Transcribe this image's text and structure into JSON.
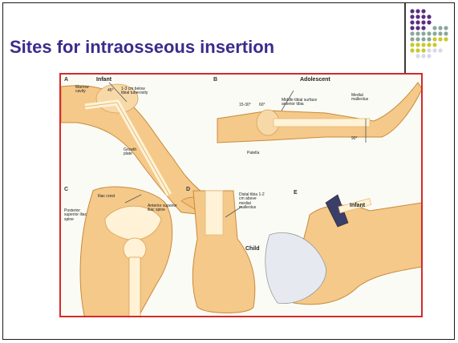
{
  "slide": {
    "title": "Sites for intraosseous insertion"
  },
  "figure": {
    "panel_a": {
      "letter": "A",
      "title": "Infant",
      "labels": [
        "Marrow cavity",
        "45°",
        "1-3 cm below tibial tuberosity",
        "Growth plate"
      ]
    },
    "panel_b": {
      "letter": "B",
      "title": "Adolescent",
      "labels": [
        "15-30°",
        "60°",
        "Middle tibial surface anterior tibia",
        "Medial malleolus",
        "Patella",
        "90°"
      ]
    },
    "panel_c": {
      "letter": "C",
      "labels": [
        "Iliac crest",
        "Anterior superior iliac spine",
        "Posterior superior iliac spine"
      ]
    },
    "panel_d": {
      "letter": "D",
      "title": "Child",
      "labels": [
        "Distal tibia 1-2 cm above medial malleolus"
      ]
    },
    "panel_e": {
      "letter": "E",
      "title": "Infant"
    }
  },
  "decor": {
    "dot_colors": [
      "#5a2e82",
      "#8aa89a",
      "#c8c832",
      "#d8d8e8"
    ]
  }
}
